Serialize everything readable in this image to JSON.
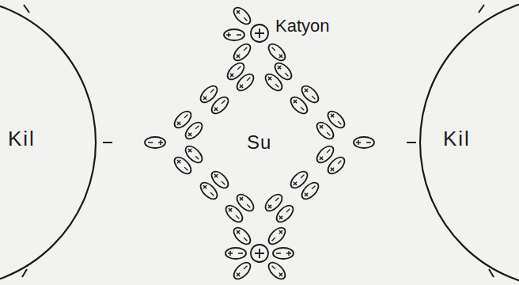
{
  "diagram": {
    "nodes": [
      {
        "text": [
          "Kil"
        ]
      },
      {
        "text": [
          "Kil"
        ]
      }
    ],
    "labels": [
      "Katyon",
      "Su"
    ]
  }
}
